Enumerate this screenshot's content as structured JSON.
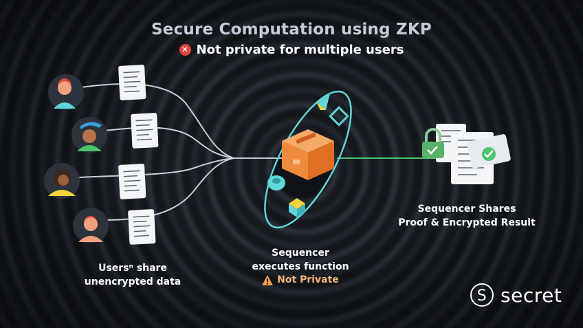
{
  "title": "Secure Computation using ZKP",
  "subtitle": "Not private for multiple users",
  "users_label_line1": "Usersⁿ share",
  "users_label_line2": "unencrypted data",
  "sequencer_label_line1": "Sequencer",
  "sequencer_label_line2": "executes function",
  "sequencer_warning": "Not Private",
  "result_label_line1": "Sequencer Shares",
  "result_label_line2": "Proof & Encrypted Result",
  "brand": "secret",
  "colors": {
    "title": "#c5ccd8",
    "error": "#e0453f",
    "warning": "#f2b47a",
    "line_gray": "#c9ced6",
    "line_green": "#4cc46a",
    "box_orange": "#f08a3c",
    "accent_cyan": "#5fd6d8"
  },
  "icons": [
    "x-circle-icon",
    "warning-icon",
    "document-icon",
    "padlock-icon",
    "checkmark-icon",
    "secret-logo-icon"
  ]
}
